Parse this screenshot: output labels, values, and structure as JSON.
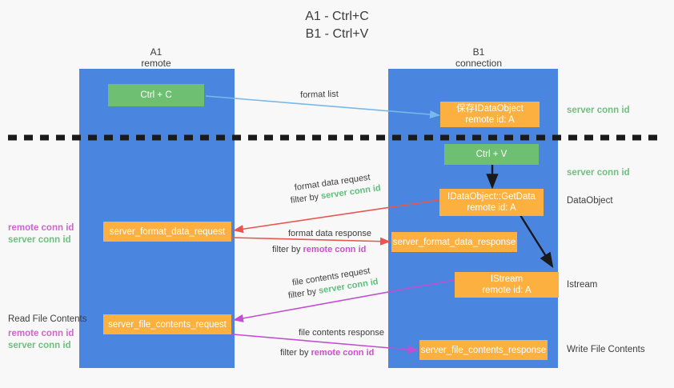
{
  "diagram": {
    "title_line1": "A1 - Ctrl+C",
    "title_line2": "B1 - Ctrl+V",
    "colors": {
      "lane": "#4a86e0",
      "orange_box": "#fbb040",
      "green_box": "#6fbf73",
      "server_conn_id": "#6ec07f",
      "remote_conn_id": "#cc66cc",
      "red_arrow": "#e8564f",
      "magenta_arrow": "#c050d0",
      "blue_arrow": "#7ab8e8",
      "black_arrow": "#1a1a1a",
      "background": "#f8f8f8"
    }
  },
  "lanes": [
    {
      "name": "A1",
      "sub": "remote"
    },
    {
      "name": "B1",
      "sub": "connection"
    }
  ],
  "nodes": {
    "ctrl_c": {
      "line1": "Ctrl + C",
      "line2": ""
    },
    "save_idataobject": {
      "line1": "保存IDataObject",
      "line2": "remote id: A"
    },
    "ctrl_v": {
      "line1": "Ctrl + V",
      "line2": ""
    },
    "getdata": {
      "line1": "IDataObject::GetData",
      "line2": "remote id: A"
    },
    "format_data_request": {
      "line1": "server_format_data_request",
      "line2": ""
    },
    "format_data_response": {
      "line1": "server_format_data_response",
      "line2": ""
    },
    "istream": {
      "line1": "IStream",
      "line2": "remote id: A"
    },
    "file_contents_request": {
      "line1": "server_file_contents_request",
      "line2": ""
    },
    "file_contents_response": {
      "line1": "server_file_contents_response",
      "line2": ""
    }
  },
  "edges": {
    "format_list": "format list",
    "format_data_request_l1": "format data request",
    "format_data_request_l2_prefix": "filter by ",
    "format_data_request_l2_key": "server conn id",
    "format_data_response_l1": "format data response",
    "format_data_response_l2_prefix": "filter by ",
    "format_data_response_l2_key": "remote conn id",
    "file_contents_request_l1": "file contents request",
    "file_contents_request_l2_prefix": "filter by ",
    "file_contents_request_l2_key": "server conn id",
    "file_contents_response_l1": "file contents response",
    "file_contents_response_l2_prefix": "filter by ",
    "file_contents_response_l2_key": "remote conn id"
  },
  "annotations": {
    "right_top_server": "server conn id",
    "right_second_server": "server conn id",
    "right_dataobject": "DataObject",
    "right_istream": "Istream",
    "right_write_file": "Write File Contents",
    "left_read_file": "Read File Contents",
    "left_mid_remote": "remote conn id",
    "left_mid_server": "server conn id",
    "left_low_remote": "remote conn id",
    "left_low_server": "server conn id"
  }
}
